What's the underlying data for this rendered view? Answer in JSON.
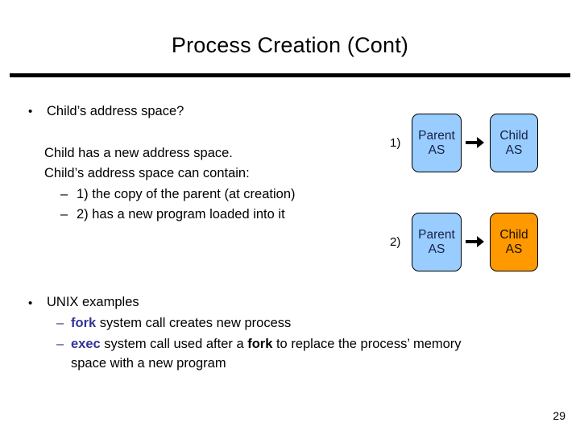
{
  "slide": {
    "title": "Process Creation (Cont)",
    "page_number": "29"
  },
  "content": {
    "bullet_marker": "•",
    "dash_marker": "–",
    "bullet1": "Child’s address space?",
    "body_line1": "Child has a new address space.",
    "body_line2": "Child’s address space can contain:",
    "sub1": "1) the copy of the parent (at creation)",
    "sub2": "2) has a new program loaded into it",
    "bullet2": "UNIX examples",
    "fork_kw": "fork",
    "fork_rest": " system call creates new process",
    "exec_kw": "exec",
    "exec_mid": " system call used after a ",
    "exec_fork_kw": "fork",
    "exec_tail": " to replace the process’ memory",
    "exec_wrap": "space with a new program"
  },
  "diagram": {
    "rows": [
      {
        "label": "1)",
        "parent": {
          "line1": "Parent",
          "line2": "AS",
          "fill": "#99ccff"
        },
        "child": {
          "line1": "Child",
          "line2": "AS",
          "fill": "#99ccff"
        }
      },
      {
        "label": "2)",
        "parent": {
          "line1": "Parent",
          "line2": "AS",
          "fill": "#99ccff"
        },
        "child": {
          "line1": "Child",
          "line2": "AS",
          "fill": "#ff9900"
        }
      }
    ],
    "colors": {
      "blue": "#99ccff",
      "orange": "#ff9900",
      "border": "#000000",
      "keyword": "#333399"
    }
  }
}
